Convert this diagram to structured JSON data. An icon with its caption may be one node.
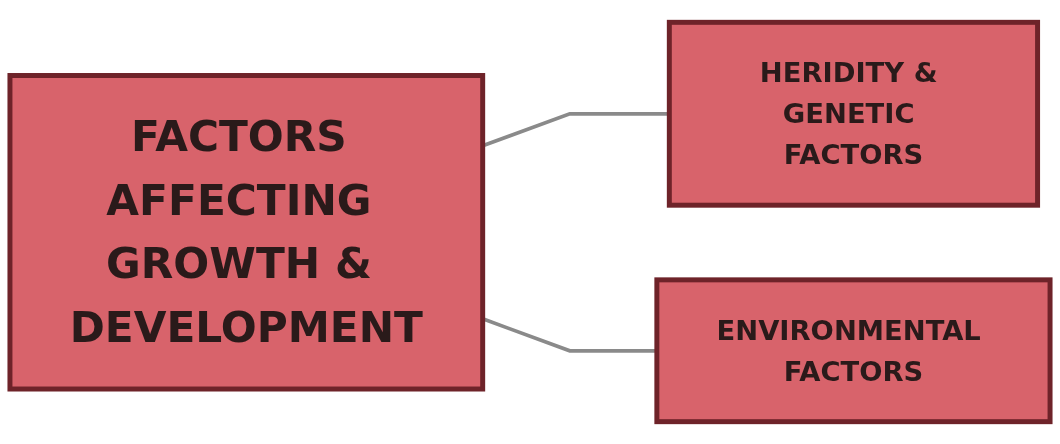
{
  "diagram": {
    "nodes": [
      {
        "text": [
          "FACTORS AFFECTING GROWTH & DEVELOPMENT"
        ]
      },
      {
        "text": [
          "HERIDITY & GENETIC FACTORS"
        ]
      },
      {
        "text": [
          "ENVIRONMENTAL FACTORS"
        ]
      }
    ],
    "edges": [
      {
        "from": 0,
        "to": 1,
        "arrow": "none"
      },
      {
        "from": 0,
        "to": 2,
        "arrow": "none"
      }
    ]
  }
}
